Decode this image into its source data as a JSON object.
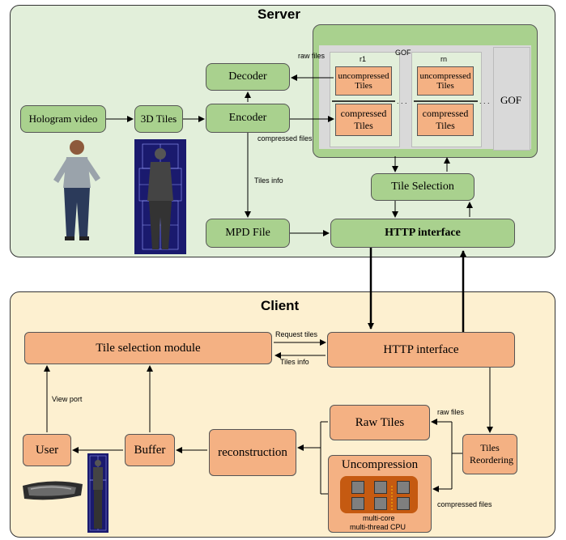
{
  "server": {
    "title": "Server",
    "hologram_video": "Hologram video",
    "tiles_3d": "3D Tiles",
    "decoder": "Decoder",
    "encoder": "Encoder",
    "mpd_file": "MPD File",
    "http_interface": "HTTP interface",
    "tile_selection": "Tile Selection",
    "raw_files": "raw files",
    "compressed_files": "compressed  files",
    "tiles_info": "Tiles info",
    "storage": {
      "gof_small": "GOF",
      "r1": "r1",
      "rn": "rn",
      "uncompressed_tiles": "uncompressed Tiles",
      "compressed_tiles": "compressed Tiles",
      "dots": ". . .",
      "gof_big": "GOF"
    }
  },
  "client": {
    "title": "Client",
    "tile_selection_module": "Tile selection module",
    "http_interface": "HTTP interface",
    "request_tiles": "Request tiles",
    "tiles_info": "Tiles info",
    "view_port": "View port",
    "user": "User",
    "buffer": "Buffer",
    "reconstruction": "reconstruction",
    "raw_tiles": "Raw Tiles",
    "uncompression": "Uncompression",
    "cpu_line1": "multi-core",
    "cpu_line2": "multi-thread CPU",
    "tiles_reordering": "Tiles Reordering",
    "raw_files": "raw files",
    "compressed_files": "compressed files"
  },
  "colors": {
    "server_bg": "#e2efda",
    "client_bg": "#fdf0d0",
    "green_box": "#a9d18e",
    "orange_box": "#f4b183",
    "storage_panel": "#d9d9d9"
  }
}
